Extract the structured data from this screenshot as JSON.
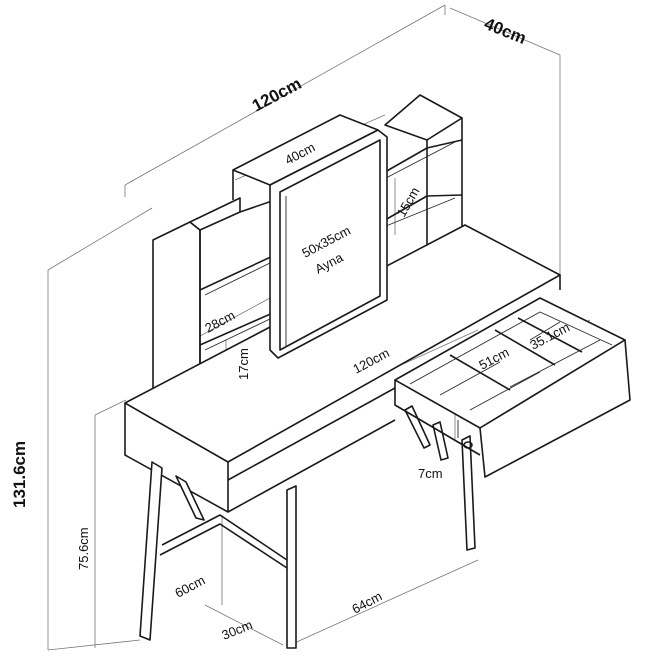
{
  "labels": {
    "top_width": "120cm",
    "depth": "40cm",
    "total_height": "131.6cm",
    "mirror_width": "40cm",
    "mirror_size": "50x35cm",
    "mirror_name": "Ayna",
    "shelf_height": "15cm",
    "shelf_width": "28cm",
    "shelf_lower_height": "17cm",
    "desk_width": "120cm",
    "drawer_width": "51cm",
    "drawer_depth": "35.1cm",
    "drawer_height": "7cm",
    "desk_height": "75.6cm",
    "knee_height": "60cm",
    "leg_depth": "30cm",
    "leg_span": "64cm"
  },
  "colors": {
    "line": "#1a1a1a",
    "dimension_line": "#777777",
    "background": "#ffffff"
  }
}
